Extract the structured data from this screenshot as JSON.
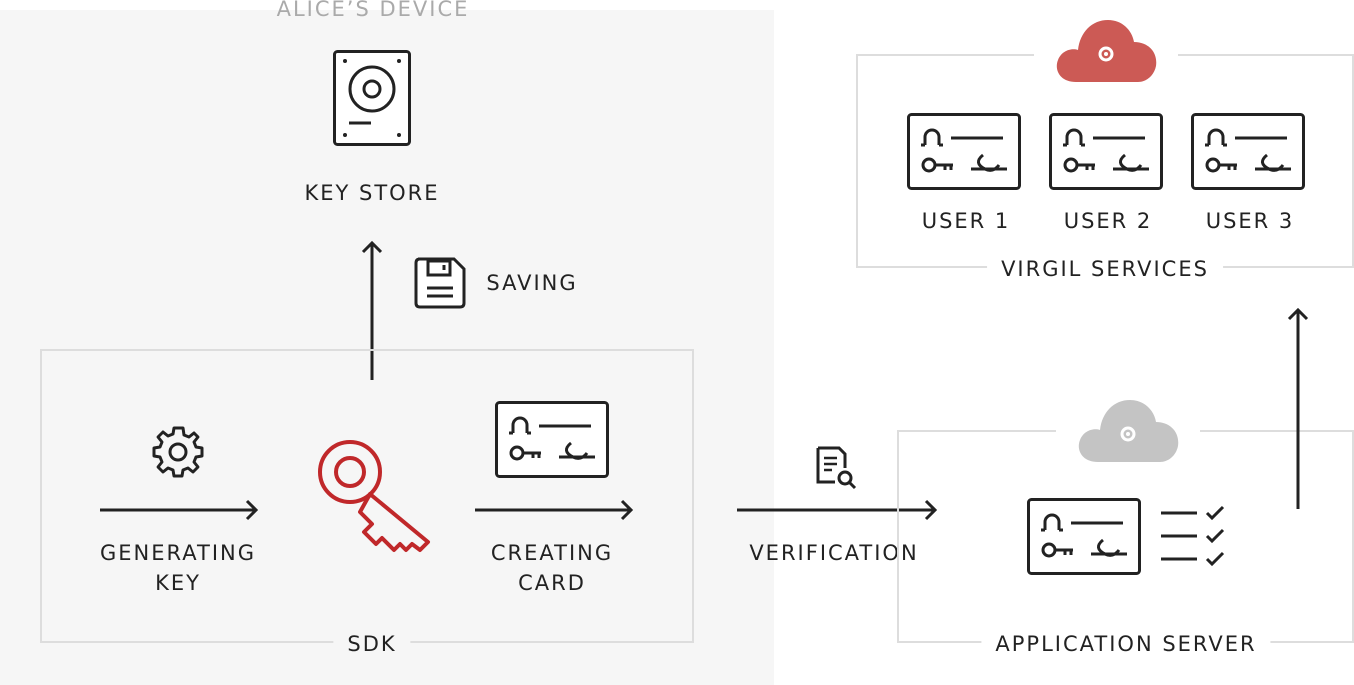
{
  "device": {
    "title": "ALICE’S DEVICE"
  },
  "key_store": {
    "label": "KEY STORE"
  },
  "saving": {
    "label": "SAVING"
  },
  "sdk": {
    "label": "SDK",
    "generating_line1": "GENERATING",
    "generating_line2": "KEY",
    "creating_line1": "CREATING",
    "creating_line2": "CARD"
  },
  "verification": {
    "label": "VERIFICATION"
  },
  "app_server": {
    "label": "APPLICATION SERVER"
  },
  "virgil": {
    "label": "VIRGIL SERVICES",
    "users": [
      "USER 1",
      "USER 2",
      "USER 3"
    ]
  },
  "colors": {
    "accent_red": "#cc5a55",
    "key_red": "#c0282a",
    "cloud_grey": "#c4c4c4",
    "region_bg": "#f6f6f6",
    "panel_border": "#dddddd",
    "ink": "#222222"
  },
  "icons": [
    "hard-drive-icon",
    "floppy-disk-icon",
    "gear-icon",
    "key-icon",
    "card-icon",
    "document-search-icon",
    "cloud-gear-icon",
    "checklist-icon",
    "arrow-icon"
  ]
}
